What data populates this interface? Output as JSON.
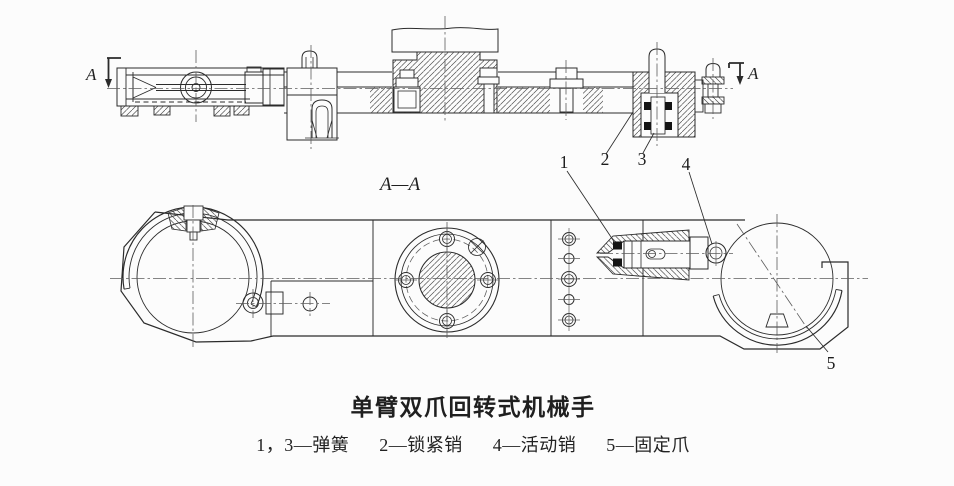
{
  "page": {
    "background": "#fcfcfc",
    "ink": "#2b2b2b"
  },
  "section_markers": {
    "left": "A",
    "right": "A",
    "section_label": "A—A"
  },
  "part_labels": {
    "label_1": "1",
    "label_2": "2",
    "label_3": "3",
    "label_4": "4",
    "label_5": "5"
  },
  "caption": {
    "title": "单臂双爪回转式机械手",
    "legend": [
      "1，3—弹簧",
      "2—锁紧销",
      "4—活动销",
      "5—固定爪"
    ]
  }
}
